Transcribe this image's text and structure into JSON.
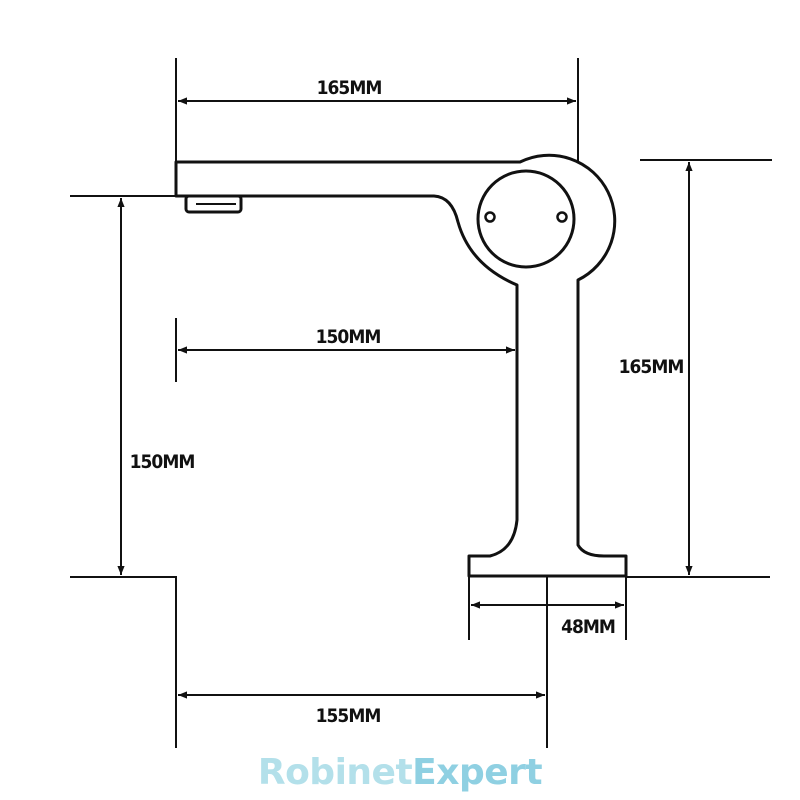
{
  "dimensions": {
    "spout_length": "165MM",
    "spout_reach": "150MM",
    "spout_height": "150MM",
    "total_height": "165MM",
    "base_diameter": "48MM",
    "mount_to_edge": "155MM"
  },
  "logo": {
    "part1": "Robinet",
    "part2": "Expert"
  },
  "colors": {
    "line": "#111111",
    "logo_light": "#b3e0ea",
    "logo_dark": "#8fd0e2"
  }
}
